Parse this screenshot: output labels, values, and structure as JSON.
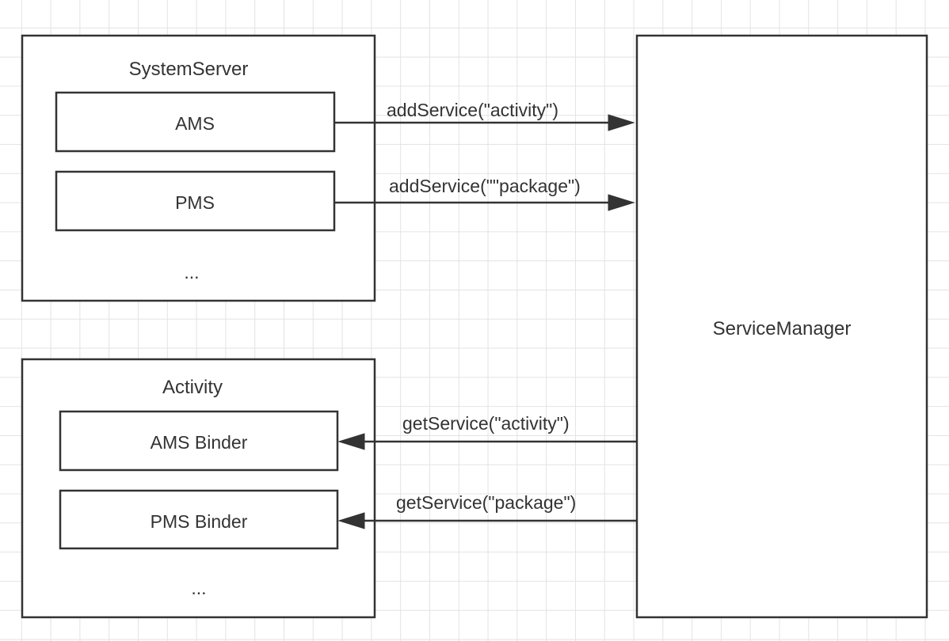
{
  "colors": {
    "stroke": "#333333",
    "grid": "#e3e3e3",
    "background": "#ffffff"
  },
  "nodes": {
    "system_server": {
      "title": "SystemServer",
      "items": [
        "AMS",
        "PMS"
      ],
      "ellipsis": "..."
    },
    "activity": {
      "title": "Activity",
      "items": [
        "AMS Binder",
        "PMS Binder"
      ],
      "ellipsis": "..."
    },
    "service_manager": {
      "title": "ServiceManager"
    }
  },
  "edges": [
    {
      "from": "AMS",
      "to": "ServiceManager",
      "label": "addService(\"activity\")"
    },
    {
      "from": "PMS",
      "to": "ServiceManager",
      "label": "addService(\"\"package\")"
    },
    {
      "from": "ServiceManager",
      "to": "AMS Binder",
      "label": "getService(\"activity\")"
    },
    {
      "from": "ServiceManager",
      "to": "PMS Binder",
      "label": "getService(\"package\")"
    }
  ]
}
